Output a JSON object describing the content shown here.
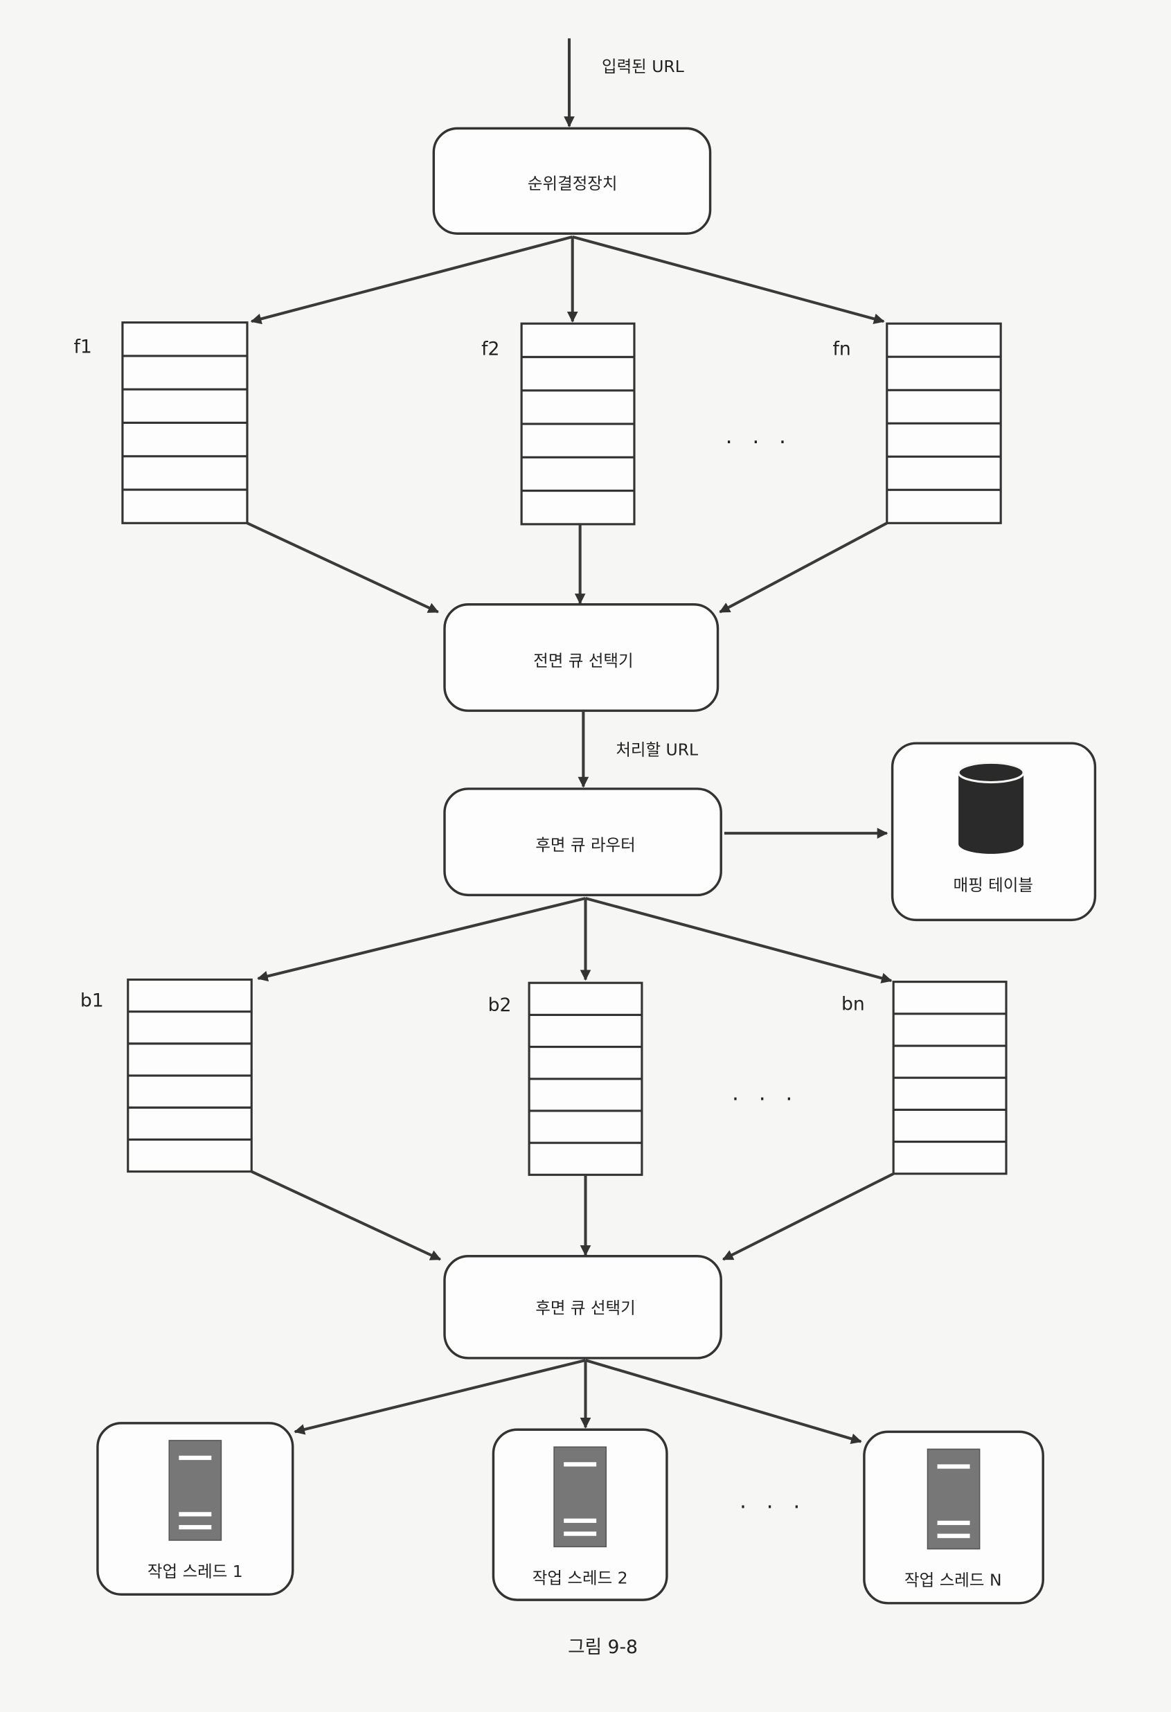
{
  "diagram": {
    "input_label": "입력된 URL",
    "prioritizer": "순위결정장치",
    "front_queues": [
      {
        "label": "f1"
      },
      {
        "label": "f2"
      },
      {
        "label": "fn"
      }
    ],
    "front_dots": "· · ·",
    "front_selector": "전면 큐 선택기",
    "process_label": "처리할 URL",
    "back_router": "후면 큐 라우터",
    "mapping_table": "매핑 테이블",
    "back_queues": [
      {
        "label": "b1"
      },
      {
        "label": "b2"
      },
      {
        "label": "bn"
      }
    ],
    "back_dots": "· · ·",
    "back_selector": "후면 큐 선택기",
    "workers": [
      {
        "label": "작업 스레드 1"
      },
      {
        "label": "작업 스레드 2"
      },
      {
        "label": "작업 스레드 N"
      }
    ],
    "worker_dots": "· · ·",
    "caption": "그림 9-8"
  }
}
